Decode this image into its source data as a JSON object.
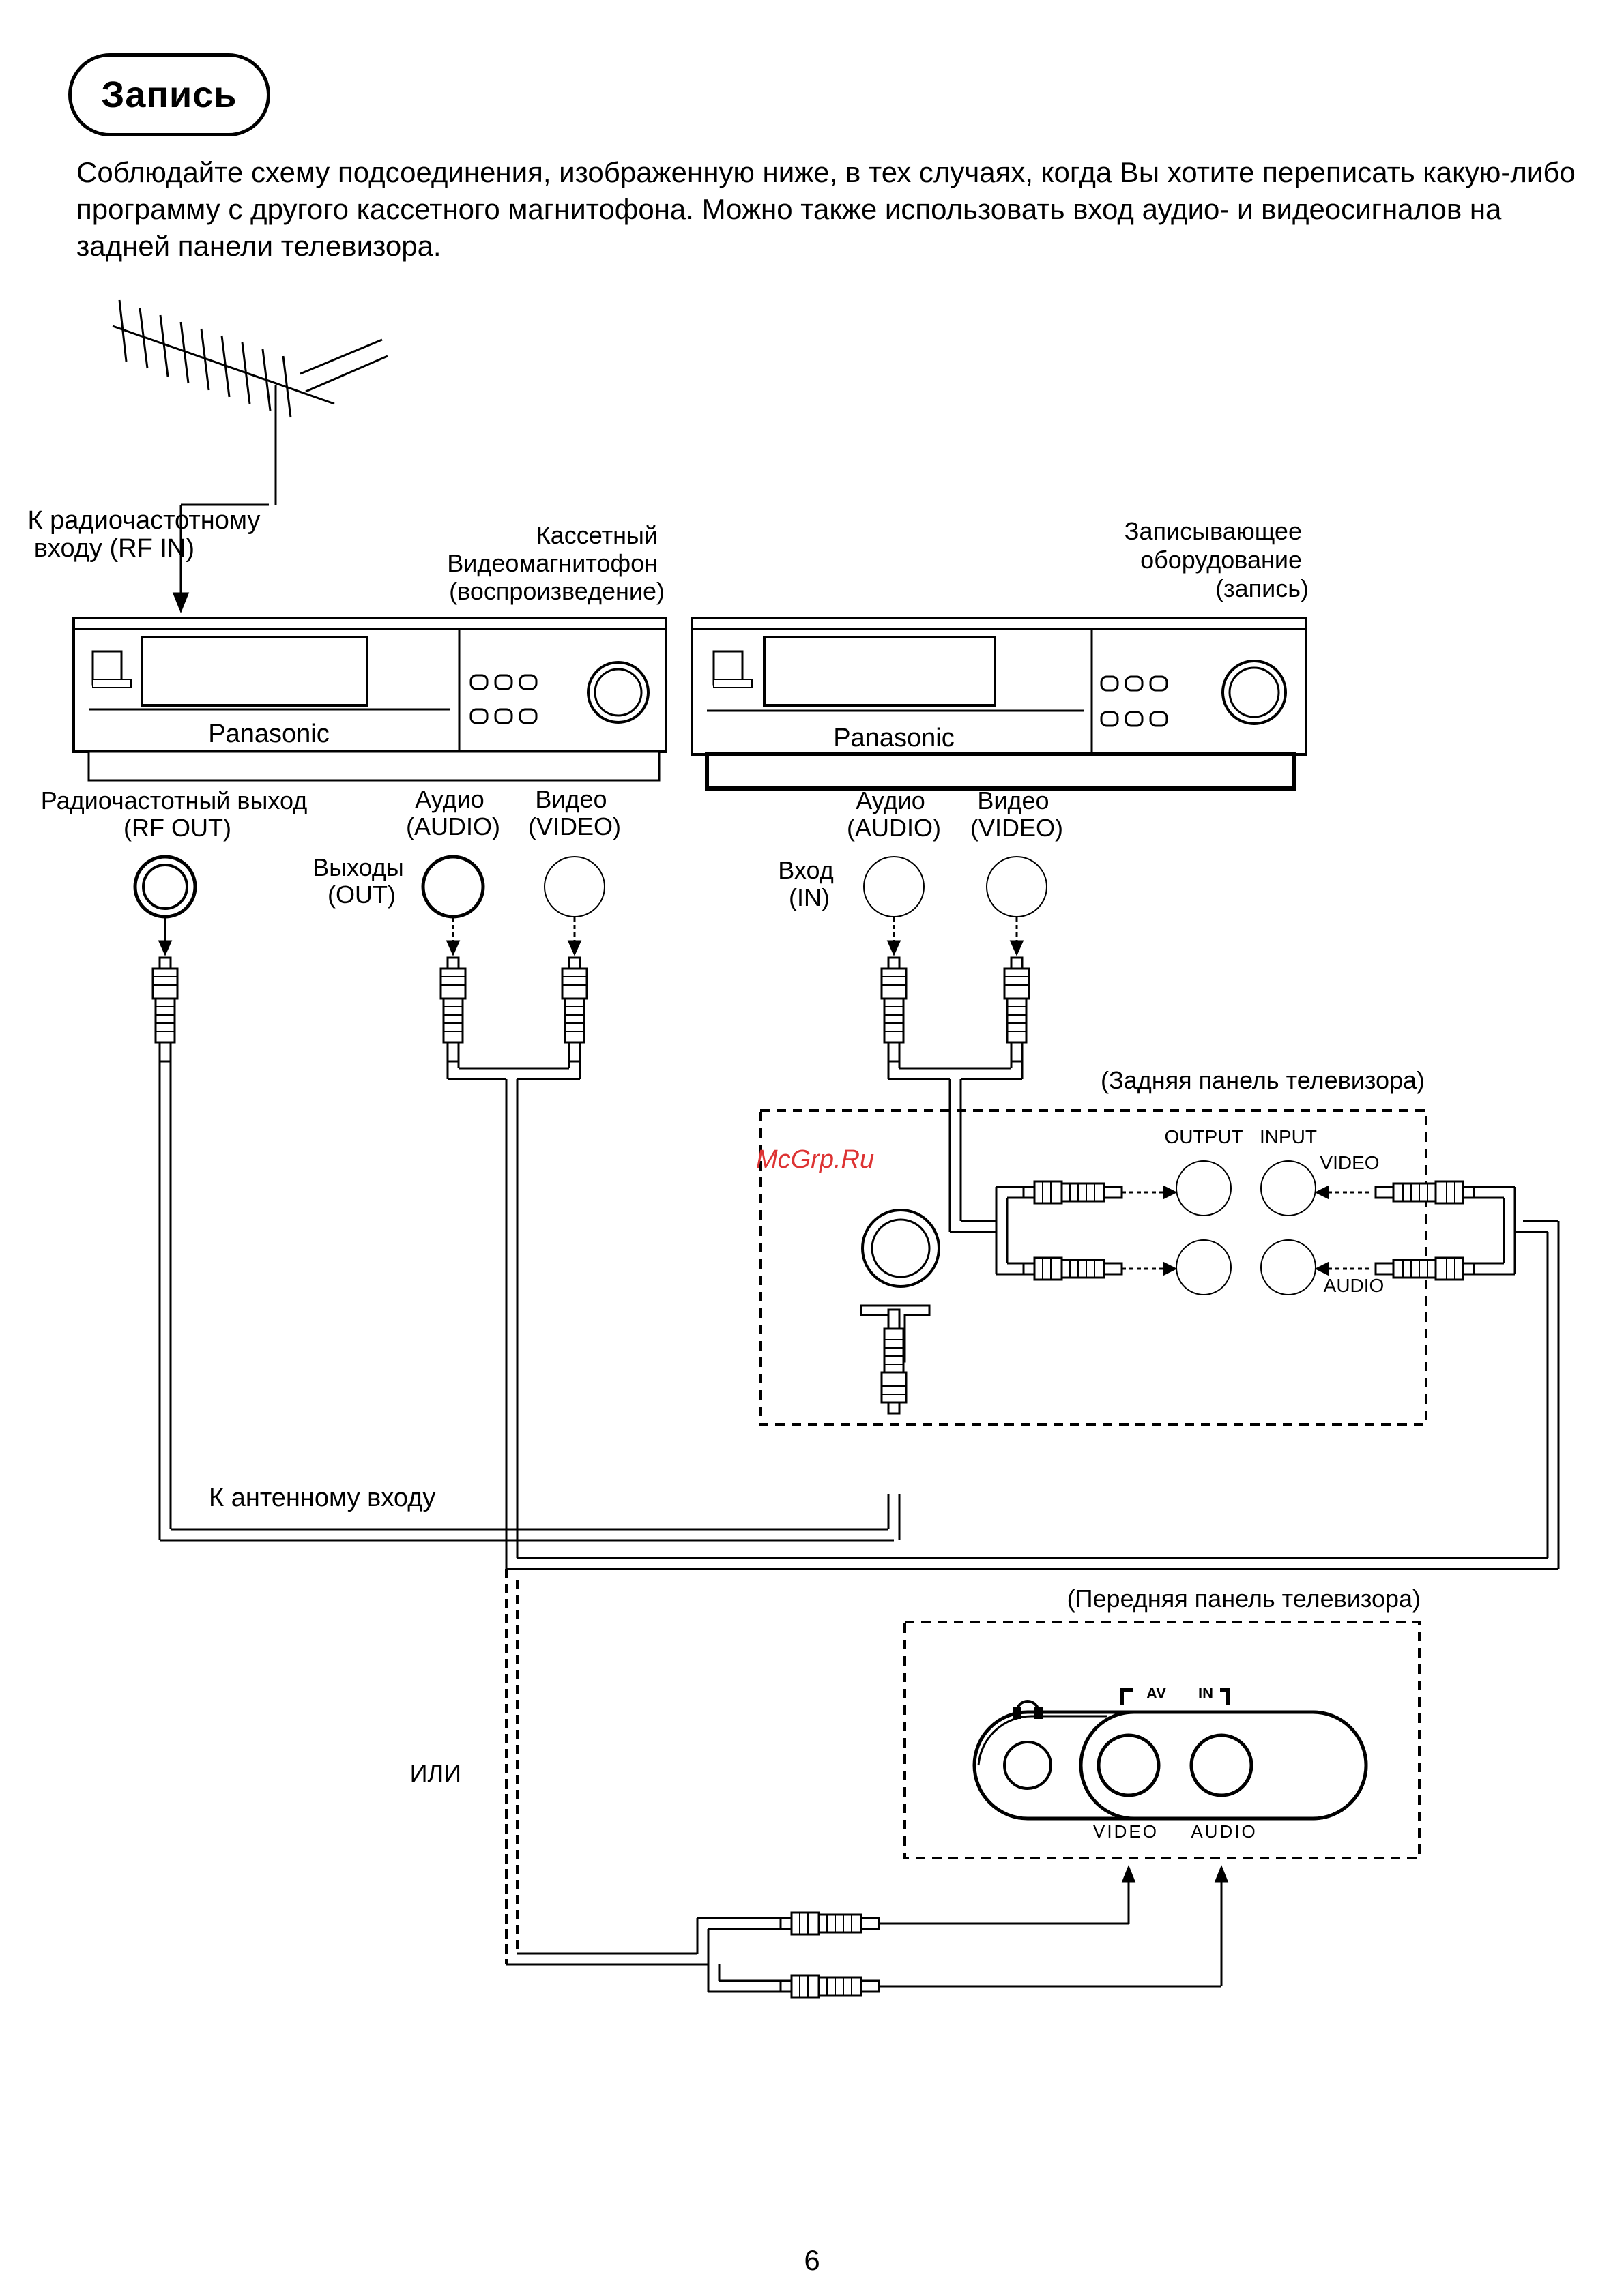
{
  "header": {
    "title": "Запись"
  },
  "intro": {
    "lines": [
      "Соблюдайте схему подсоединения, изображенную ниже, в тех случаях, когда Вы хотите переписать какую-либо",
      "программу с другого кассетного магнитофона. Можно также использовать вход аудио- и видеосигналов на",
      "задней панели телевизора."
    ]
  },
  "diagram": {
    "antenna_label": [
      "К радиочастотному",
      "входу (RF IN)"
    ],
    "vcr_play_label": [
      "Кассетный",
      "Видеомагнитофон",
      "(воспроизведение)"
    ],
    "vcr_rec_label": [
      "Записывающее",
      "оборудование",
      "(запись)"
    ],
    "brand": "Panasonic",
    "rf_out_label": [
      "Радиочастотный выход",
      "(RF OUT)"
    ],
    "audio_label": [
      "Аудио",
      "(AUDIO)"
    ],
    "video_label": [
      "Видео",
      "(VIDEO)"
    ],
    "outputs_label": [
      "Выходы",
      "(OUT)"
    ],
    "input_label": [
      "Вход",
      "(IN)"
    ],
    "tv_rear_label": "(Задняя панель телевизора)",
    "rear_output": "OUTPUT",
    "rear_input": "INPUT",
    "rear_video": "VIDEO",
    "rear_audio": "AUDIO",
    "watermark": "McGrp.Ru",
    "antenna_input_label": "К антенному входу",
    "tv_front_label": "(Передняя панель телевизора)",
    "or_label": "ИЛИ",
    "front_av": "AV",
    "front_in": "IN",
    "front_video": "VIDEO",
    "front_audio": "AUDIO"
  },
  "footer": {
    "page_number": "6"
  }
}
